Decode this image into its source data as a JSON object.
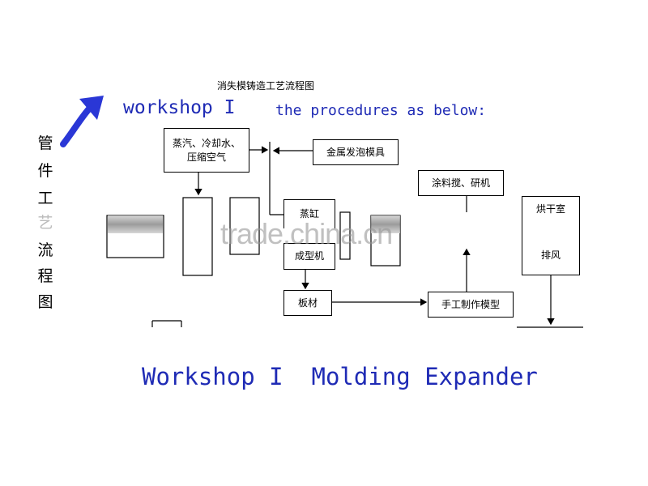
{
  "diagram": {
    "doc_title": "消失模铸造工艺流程图",
    "heading": "workshop I",
    "subheading": "the procedures as below:",
    "caption": "Workshop I  Molding Expander",
    "left_vertical_chars": [
      "管",
      "件",
      "工",
      "艺",
      "流",
      "程",
      "图"
    ],
    "boxes": {
      "steam": "蒸汽、冷却水、\n压缩空气",
      "metal_mold": "金属发泡模具",
      "coating": "涂料搅、研机",
      "drying": "烘干室",
      "cylinder": "蒸缸",
      "molding_machine": "成型机",
      "exhaust": "排风",
      "board": "板材",
      "handmade_mold": "手工制作模型"
    },
    "watermark": "trade.china.cn",
    "colors": {
      "accent_blue": "#1f2bb5",
      "arrow_blue": "#2a37d6"
    }
  }
}
